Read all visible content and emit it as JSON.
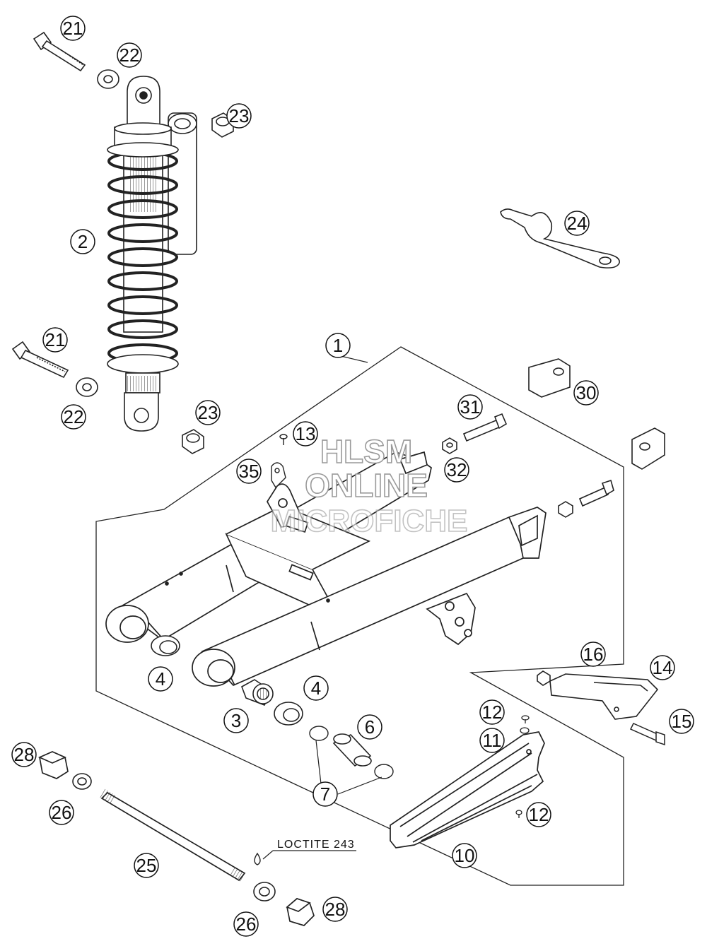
{
  "watermark": {
    "line1": "HLSM",
    "line2": "ONLINE",
    "line3": "MICROFICHE"
  },
  "note": {
    "text": "LOCTITE 243"
  },
  "callouts": {
    "c1": "1",
    "c2": "2",
    "c3": "3",
    "c4a": "4",
    "c4b": "4",
    "c6": "6",
    "c7": "7",
    "c10": "10",
    "c11": "11",
    "c12a": "12",
    "c12b": "12",
    "c13": "13",
    "c14": "14",
    "c15": "15",
    "c16": "16",
    "c21a": "21",
    "c21b": "21",
    "c22a": "22",
    "c22b": "22",
    "c23a": "23",
    "c23b": "23",
    "c24": "24",
    "c25": "25",
    "c26a": "26",
    "c26b": "26",
    "c28a": "28",
    "c28b": "28",
    "c30": "30",
    "c31": "31",
    "c32": "32",
    "c35": "35"
  }
}
